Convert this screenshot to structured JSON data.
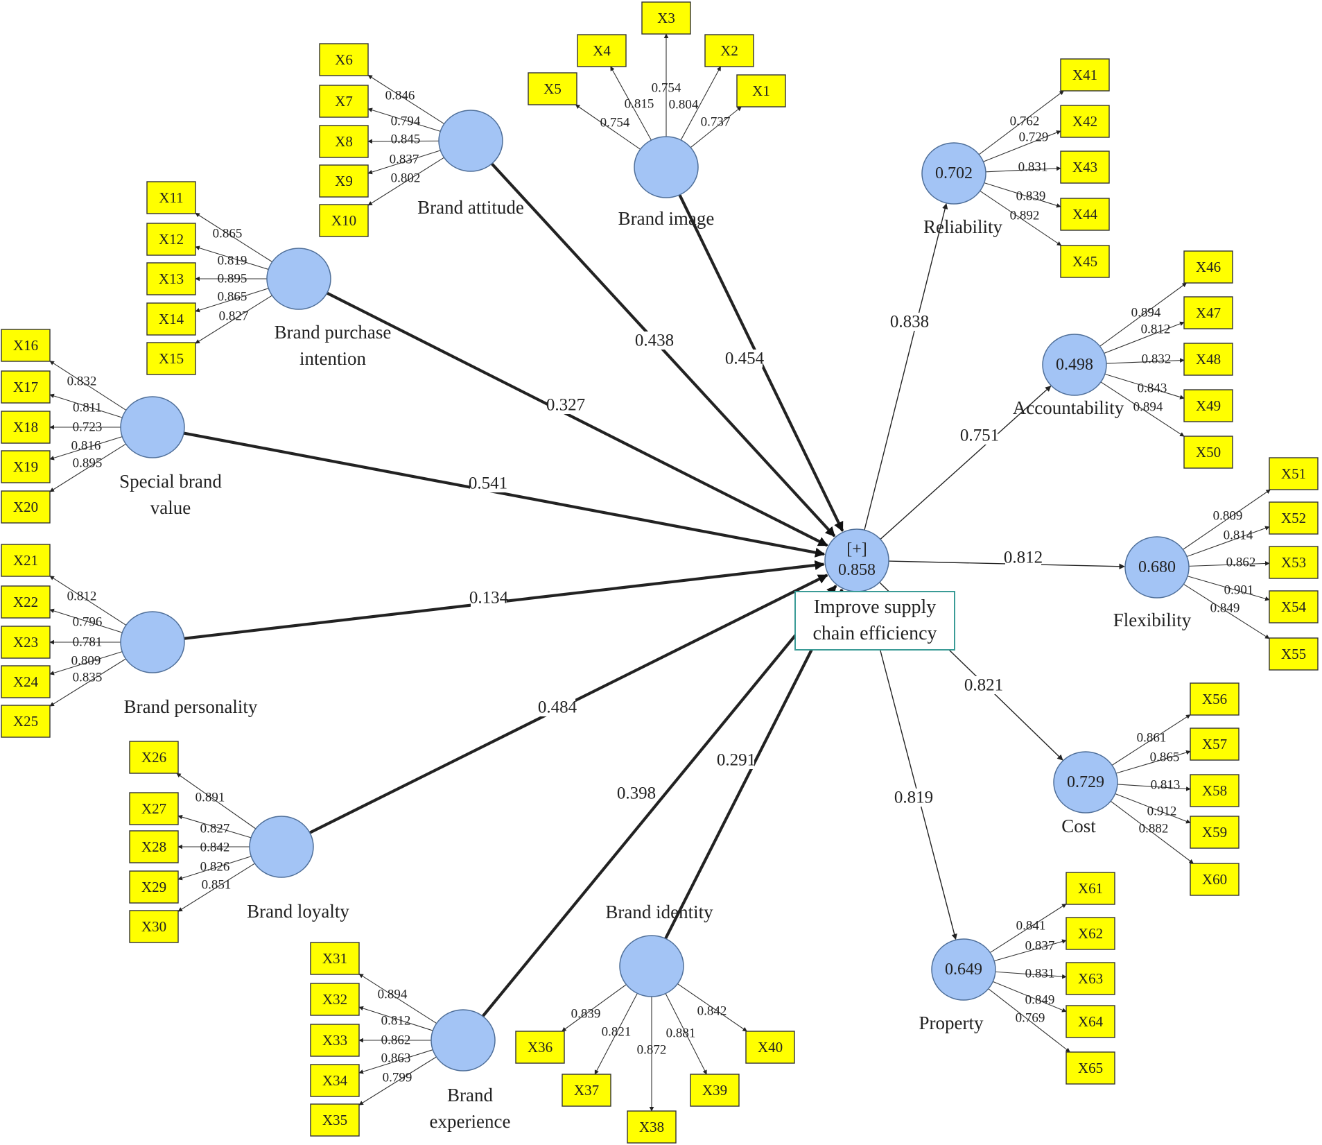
{
  "diagram": {
    "type": "structural-equation-model",
    "center": {
      "tag": "[+]",
      "value": "0.858",
      "label_lines": [
        "Improve supply",
        "chain efficiency"
      ]
    },
    "exogenous": [
      {
        "name_lines": [
          "Brand image"
        ],
        "path_coefficient": "0.454",
        "indicators": [
          {
            "label": "X1",
            "loading": "0.737"
          },
          {
            "label": "X2",
            "loading": "0.804"
          },
          {
            "label": "X3",
            "loading": "0.754"
          },
          {
            "label": "X4",
            "loading": "0.815"
          },
          {
            "label": "X5",
            "loading": "0.754"
          }
        ]
      },
      {
        "name_lines": [
          "Brand attitude"
        ],
        "path_coefficient": "0.438",
        "indicators": [
          {
            "label": "X6",
            "loading": "0.846"
          },
          {
            "label": "X7",
            "loading": "0.794"
          },
          {
            "label": "X8",
            "loading": "0.845"
          },
          {
            "label": "X9",
            "loading": "0.837"
          },
          {
            "label": "X10",
            "loading": "0.802"
          }
        ]
      },
      {
        "name_lines": [
          "Brand purchase",
          "intention"
        ],
        "path_coefficient": "0.327",
        "indicators": [
          {
            "label": "X11",
            "loading": "0.865"
          },
          {
            "label": "X12",
            "loading": "0.819"
          },
          {
            "label": "X13",
            "loading": "0.895"
          },
          {
            "label": "X14",
            "loading": "0.865"
          },
          {
            "label": "X15",
            "loading": "0.827"
          }
        ]
      },
      {
        "name_lines": [
          "Special brand",
          "value"
        ],
        "path_coefficient": "0.541",
        "indicators": [
          {
            "label": "X16",
            "loading": "0.832"
          },
          {
            "label": "X17",
            "loading": "0.811"
          },
          {
            "label": "X18",
            "loading": "0.723"
          },
          {
            "label": "X19",
            "loading": "0.816"
          },
          {
            "label": "X20",
            "loading": "0.895"
          }
        ]
      },
      {
        "name_lines": [
          "Brand personality"
        ],
        "path_coefficient": "0.134",
        "indicators": [
          {
            "label": "X21",
            "loading": "0.812"
          },
          {
            "label": "X22",
            "loading": "0.796"
          },
          {
            "label": "X23",
            "loading": "0.781"
          },
          {
            "label": "X24",
            "loading": "0.809"
          },
          {
            "label": "X25",
            "loading": "0.835"
          }
        ]
      },
      {
        "name_lines": [
          "Brand loyalty"
        ],
        "path_coefficient": "0.484",
        "indicators": [
          {
            "label": "X26",
            "loading": "0.891"
          },
          {
            "label": "X27",
            "loading": "0.827"
          },
          {
            "label": "X28",
            "loading": "0.842"
          },
          {
            "label": "X29",
            "loading": "0.826"
          },
          {
            "label": "X30",
            "loading": "0.851"
          }
        ]
      },
      {
        "name_lines": [
          "Brand",
          "experience"
        ],
        "path_coefficient": "0.398",
        "indicators": [
          {
            "label": "X31",
            "loading": "0.894"
          },
          {
            "label": "X32",
            "loading": "0.812"
          },
          {
            "label": "X33",
            "loading": "0.862"
          },
          {
            "label": "X34",
            "loading": "0.863"
          },
          {
            "label": "X35",
            "loading": "0.799"
          }
        ]
      },
      {
        "name_lines": [
          "Brand identity"
        ],
        "path_coefficient": "0.291",
        "indicators": [
          {
            "label": "X36",
            "loading": "0.839"
          },
          {
            "label": "X37",
            "loading": "0.821"
          },
          {
            "label": "X38",
            "loading": "0.872"
          },
          {
            "label": "X39",
            "loading": "0.881"
          },
          {
            "label": "X40",
            "loading": "0.842"
          }
        ]
      }
    ],
    "endogenous": [
      {
        "name_lines": [
          "Reliability"
        ],
        "value": "0.702",
        "path_coefficient": "0.838",
        "indicators": [
          {
            "label": "X41",
            "loading": "0.762"
          },
          {
            "label": "X42",
            "loading": "0.729"
          },
          {
            "label": "X43",
            "loading": "0.831"
          },
          {
            "label": "X44",
            "loading": "0.839"
          },
          {
            "label": "X45",
            "loading": "0.892"
          }
        ]
      },
      {
        "name_lines": [
          "Accountability"
        ],
        "value": "0.498",
        "path_coefficient": "0.751",
        "indicators": [
          {
            "label": "X46",
            "loading": "0.894"
          },
          {
            "label": "X47",
            "loading": "0.812"
          },
          {
            "label": "X48",
            "loading": "0.832"
          },
          {
            "label": "X49",
            "loading": "0.843"
          },
          {
            "label": "X50",
            "loading": "0.894"
          }
        ]
      },
      {
        "name_lines": [
          "Flexibility"
        ],
        "value": "0.680",
        "path_coefficient": "0.812",
        "indicators": [
          {
            "label": "X51",
            "loading": "0.809"
          },
          {
            "label": "X52",
            "loading": "0.814"
          },
          {
            "label": "X53",
            "loading": "0.862"
          },
          {
            "label": "X54",
            "loading": "0.901"
          },
          {
            "label": "X55",
            "loading": "0.849"
          }
        ]
      },
      {
        "name_lines": [
          "Cost"
        ],
        "value": "0.729",
        "path_coefficient": "0.821",
        "indicators": [
          {
            "label": "X56",
            "loading": "0.861"
          },
          {
            "label": "X57",
            "loading": "0.865"
          },
          {
            "label": "X58",
            "loading": "0.813"
          },
          {
            "label": "X59",
            "loading": "0.912"
          },
          {
            "label": "X60",
            "loading": "0.882"
          }
        ]
      },
      {
        "name_lines": [
          "Property"
        ],
        "value": "0.649",
        "path_coefficient": "0.819",
        "indicators": [
          {
            "label": "X61",
            "loading": "0.841"
          },
          {
            "label": "X62",
            "loading": "0.837"
          },
          {
            "label": "X63",
            "loading": "0.831"
          },
          {
            "label": "X64",
            "loading": "0.849"
          },
          {
            "label": "X65",
            "loading": "0.769"
          }
        ]
      }
    ],
    "colors": {
      "indicator_fill": "#ffff00",
      "construct_fill": "#a3c4f5",
      "hub_border": "#3a9b96"
    }
  }
}
